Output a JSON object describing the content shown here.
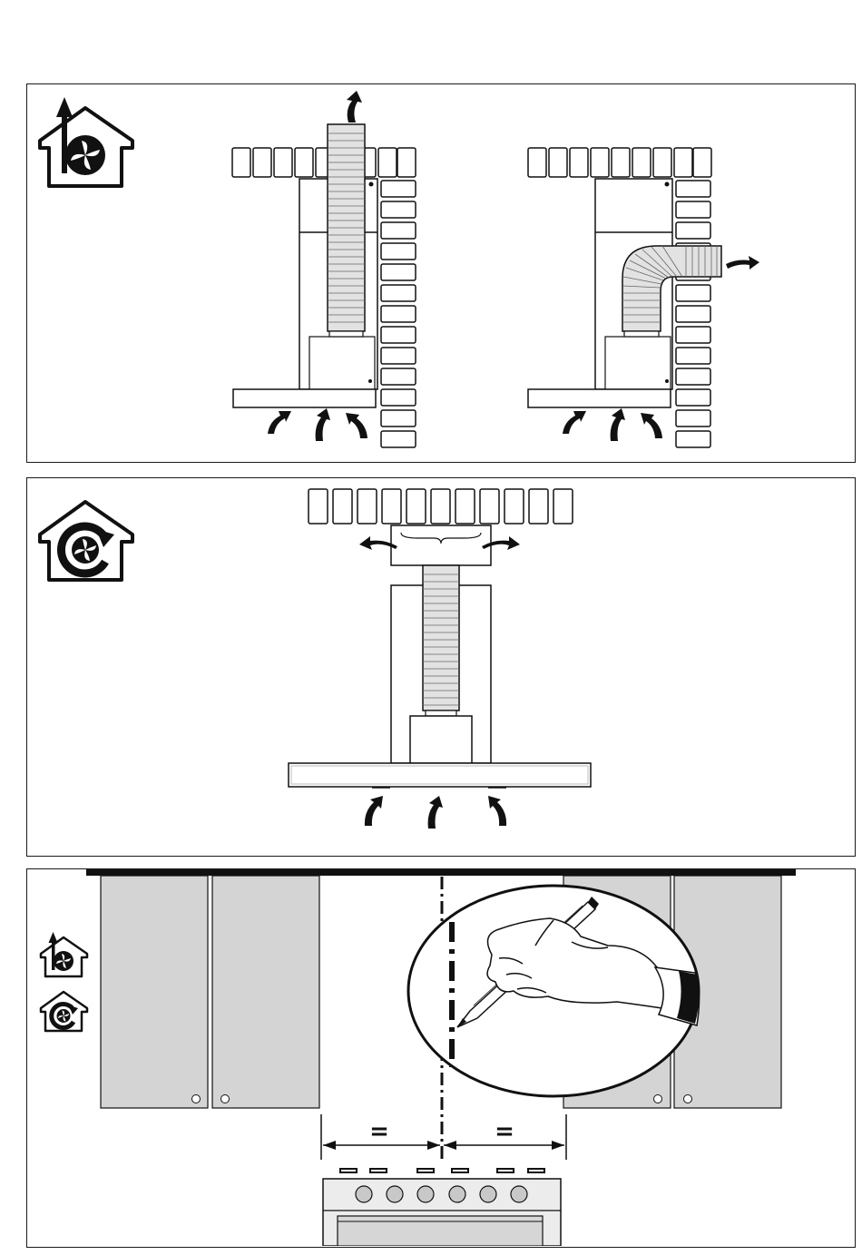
{
  "panels": [
    {
      "mode": "ducted-extraction",
      "icon": "ducted-extraction-icon",
      "views": [
        "vertical-duct-through-ceiling",
        "horizontal-duct-through-wall"
      ]
    },
    {
      "mode": "filtering-recirculation",
      "icon": "recirculation-icon",
      "views": [
        "recirculation-deflector"
      ]
    },
    {
      "mode": "centering-mark",
      "icons": [
        "ducted-extraction-icon",
        "recirculation-icon"
      ]
    }
  ],
  "dimension_marks": {
    "left": "=",
    "right": "="
  },
  "colors": {
    "line": "#111111",
    "cabinet": "#d4d4d4",
    "duct": "#e2e2e2",
    "knob": "#c8c8c8"
  }
}
